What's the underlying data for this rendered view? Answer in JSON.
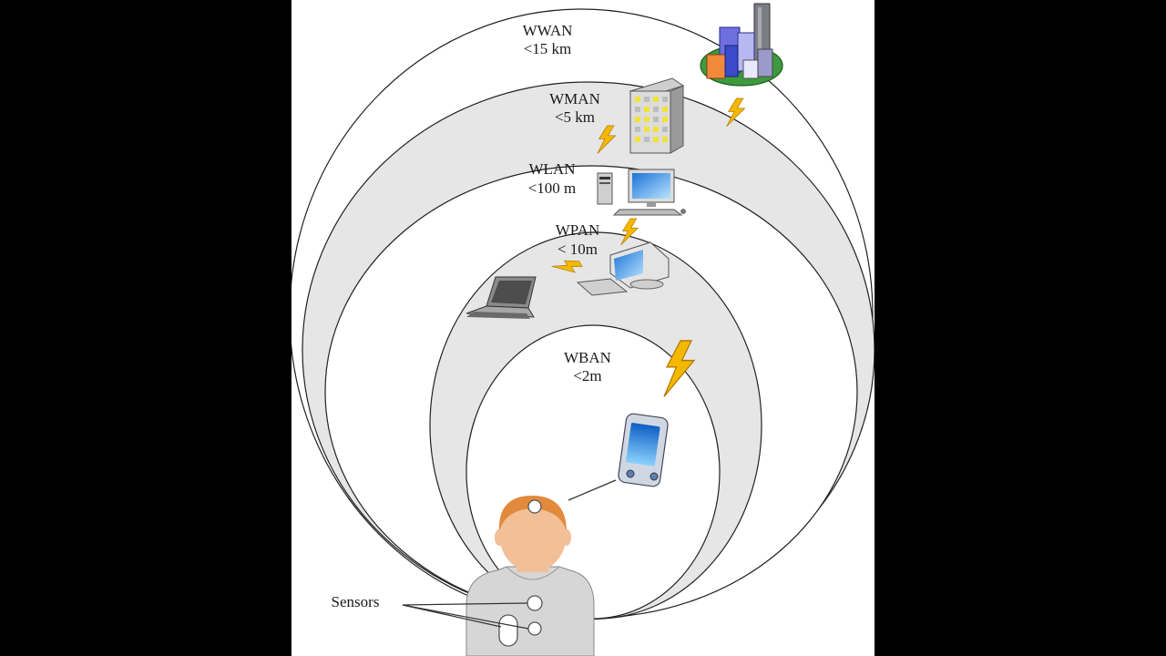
{
  "zones": [
    {
      "name": "WWAN",
      "range": "<15 km"
    },
    {
      "name": "WMAN",
      "range": "<5 km"
    },
    {
      "name": "WLAN",
      "range": "<100 m"
    },
    {
      "name": "WPAN",
      "range": "< 10m"
    },
    {
      "name": "WBAN",
      "range": "<2m"
    }
  ],
  "sensors_label": "Sensors",
  "icons": {
    "city": "city-buildings-icon",
    "office": "office-building-icon",
    "desktop": "desktop-computer-icon",
    "pc": "personal-computer-icon",
    "laptop": "laptop-icon",
    "pda": "pda-device-icon",
    "person": "person-icon",
    "wireless": "lightning-bolt-icon"
  },
  "colors": {
    "band_fill": "#e6e6e6",
    "inner_fill": "#ffffff",
    "outline": "#222222",
    "bolt": "#f5b800",
    "skin": "#f2bf97",
    "hair": "#e28a3c",
    "shirt": "#d6d6d6"
  }
}
